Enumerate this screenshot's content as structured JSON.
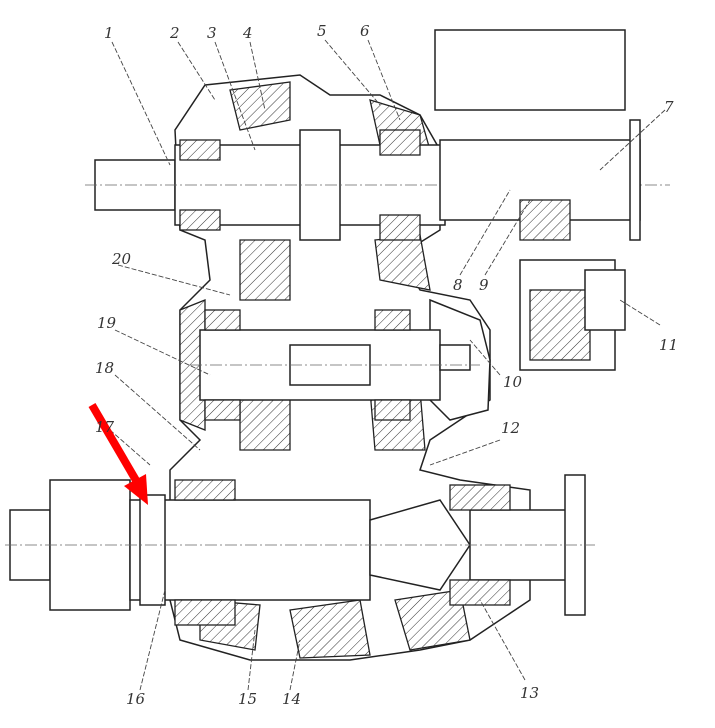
{
  "figure": {
    "title": "Gearbox cross-section drawing",
    "part_labels": [
      "1",
      "2",
      "3",
      "4",
      "5",
      "6",
      "7",
      "8",
      "9",
      "20",
      "19",
      "18",
      "17",
      "10",
      "11",
      "12",
      "13",
      "14",
      "15",
      "16"
    ],
    "highlight_arrow_color": "#ff0000"
  }
}
